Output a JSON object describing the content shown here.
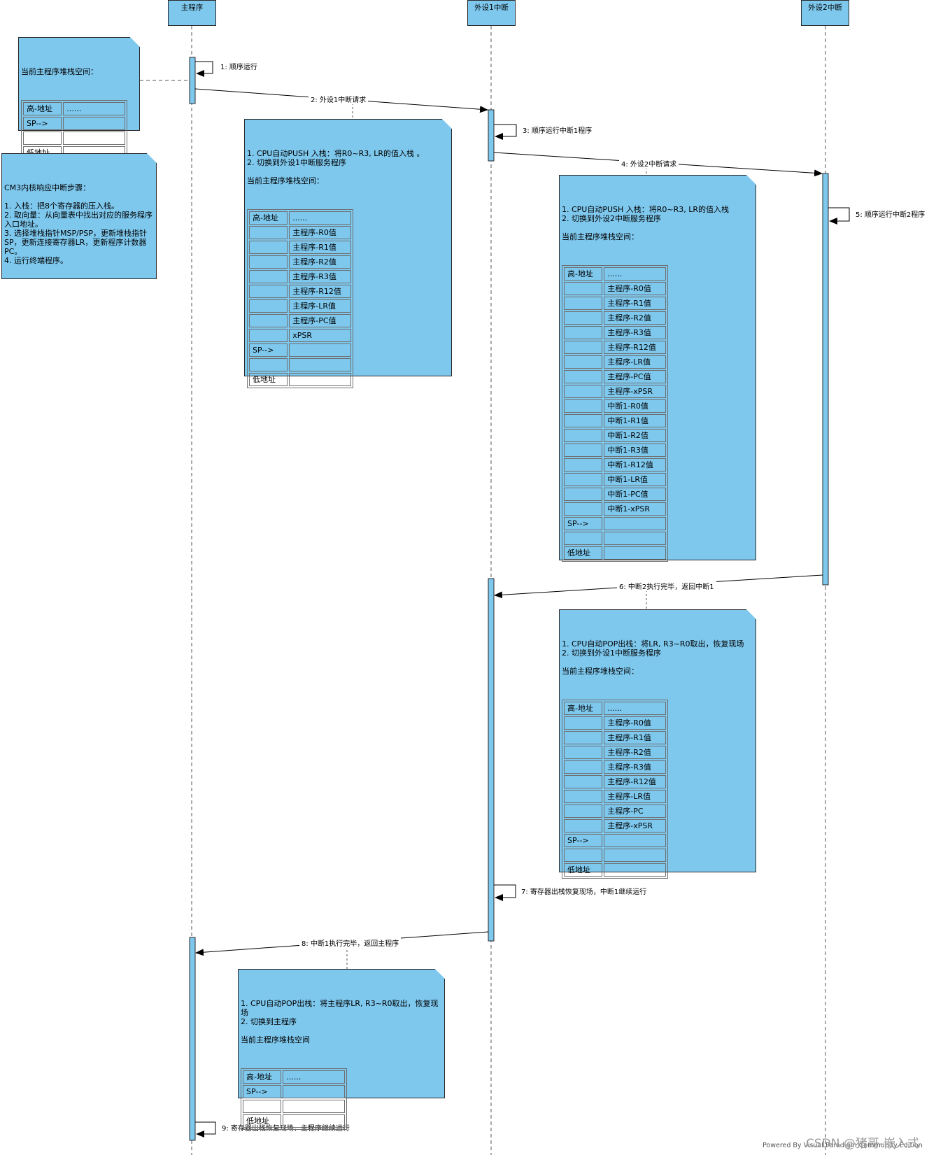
{
  "lifelines": [
    {
      "id": "main",
      "label": "主程序"
    },
    {
      "id": "irq1",
      "label": "外设1中断"
    },
    {
      "id": "irq2",
      "label": "外设2中断"
    }
  ],
  "messages": [
    {
      "label": "1: 顺序运行"
    },
    {
      "label": "2: 外设1中断请求"
    },
    {
      "label": "3: 顺序运行中断1程序"
    },
    {
      "label": "4: 外设2中断请求"
    },
    {
      "label": "5: 顺序运行中断2程序"
    },
    {
      "label": "6: 中断2执行完毕，返回中断1"
    },
    {
      "label": "7: 寄存器出栈恢复现场，中断1继续运行"
    },
    {
      "label": "8: 中断1执行完毕，返回主程序"
    },
    {
      "label": "9: 寄存器出栈恢复现场，主程序继续运行"
    }
  ],
  "notes": {
    "n0": {
      "text": "当前主程序堆栈空间：",
      "rows": [
        [
          "高-地址",
          "......"
        ],
        [
          "SP-->",
          ""
        ],
        [
          "",
          ""
        ],
        [
          "低地址",
          ""
        ]
      ]
    },
    "cm3": {
      "text": "CM3内核响应中断步骤：\n\n1. 入栈：把8个寄存器的压入栈。\n2. 取向量：从向量表中找出对应的服务程序入口地址。\n3. 选择堆栈指针MSP/PSP，更新堆栈指针SP，更新连接寄存器LR，更新程序计数器PC。\n4. 运行终端程序。"
    },
    "n1": {
      "text": "1. CPU自动PUSH 入栈：将R0~R3, LR的值入栈 。\n2. 切换到外设1中断服务程序\n\n当前主程序堆栈空间：",
      "rows": [
        [
          "高-地址",
          "......"
        ],
        [
          "",
          "主程序-R0值"
        ],
        [
          "",
          "主程序-R1值"
        ],
        [
          "",
          "主程序-R2值"
        ],
        [
          "",
          "主程序-R3值"
        ],
        [
          "",
          "主程序-R12值"
        ],
        [
          "",
          "主程序-LR值"
        ],
        [
          "",
          "主程序-PC值"
        ],
        [
          "",
          "xPSR"
        ],
        [
          "SP-->",
          ""
        ],
        [
          "",
          ""
        ],
        [
          "低地址",
          ""
        ]
      ]
    },
    "n2": {
      "text": "1. CPU自动PUSH 入栈：将R0~R3, LR的值入栈\n2. 切换到外设2中断服务程序\n\n当前主程序堆栈空间：",
      "rows": [
        [
          "高-地址",
          "......"
        ],
        [
          "",
          "主程序-R0值"
        ],
        [
          "",
          "主程序-R1值"
        ],
        [
          "",
          "主程序-R2值"
        ],
        [
          "",
          "主程序-R3值"
        ],
        [
          "",
          "主程序-R12值"
        ],
        [
          "",
          "主程序-LR值"
        ],
        [
          "",
          "主程序-PC值"
        ],
        [
          "",
          "主程序-xPSR"
        ],
        [
          "",
          "中断1-R0值"
        ],
        [
          "",
          "中断1-R1值"
        ],
        [
          "",
          "中断1-R2值"
        ],
        [
          "",
          "中断1-R3值"
        ],
        [
          "",
          "中断1-R12值"
        ],
        [
          "",
          "中断1-LR值"
        ],
        [
          "",
          "中断1-PC值"
        ],
        [
          "",
          "中断1-xPSR"
        ],
        [
          "SP-->",
          ""
        ],
        [
          "",
          ""
        ],
        [
          "低地址",
          ""
        ]
      ]
    },
    "n3": {
      "text": "1. CPU自动POP出栈：将LR, R3~R0取出，恢复现场\n2. 切换到外设1中断服务程序\n\n当前主程序堆栈空间：",
      "rows": [
        [
          "高-地址",
          "......"
        ],
        [
          "",
          "主程序-R0值"
        ],
        [
          "",
          "主程序-R1值"
        ],
        [
          "",
          "主程序-R2值"
        ],
        [
          "",
          "主程序-R3值"
        ],
        [
          "",
          "主程序-R12值"
        ],
        [
          "",
          "主程序-LR值"
        ],
        [
          "",
          "主程序-PC"
        ],
        [
          "",
          "主程序-xPSR"
        ],
        [
          "SP-->",
          ""
        ],
        [
          "",
          ""
        ],
        [
          "低地址",
          ""
        ]
      ]
    },
    "n4": {
      "text": "1. CPU自动POP出栈：将主程序LR, R3~R0取出，恢复现场\n2. 切换到主程序\n\n当前主程序堆栈空间",
      "rows": [
        [
          "高-地址",
          "......"
        ],
        [
          "SP-->",
          ""
        ],
        [
          "",
          ""
        ],
        [
          "低地址",
          ""
        ]
      ]
    }
  },
  "footer": "Powered By Visual Paradigm Community Edition",
  "watermark": "CSDN @猪哥-嵌入式",
  "colors": {
    "fill": "#7ec8ee",
    "line": "#2a2a2a"
  }
}
